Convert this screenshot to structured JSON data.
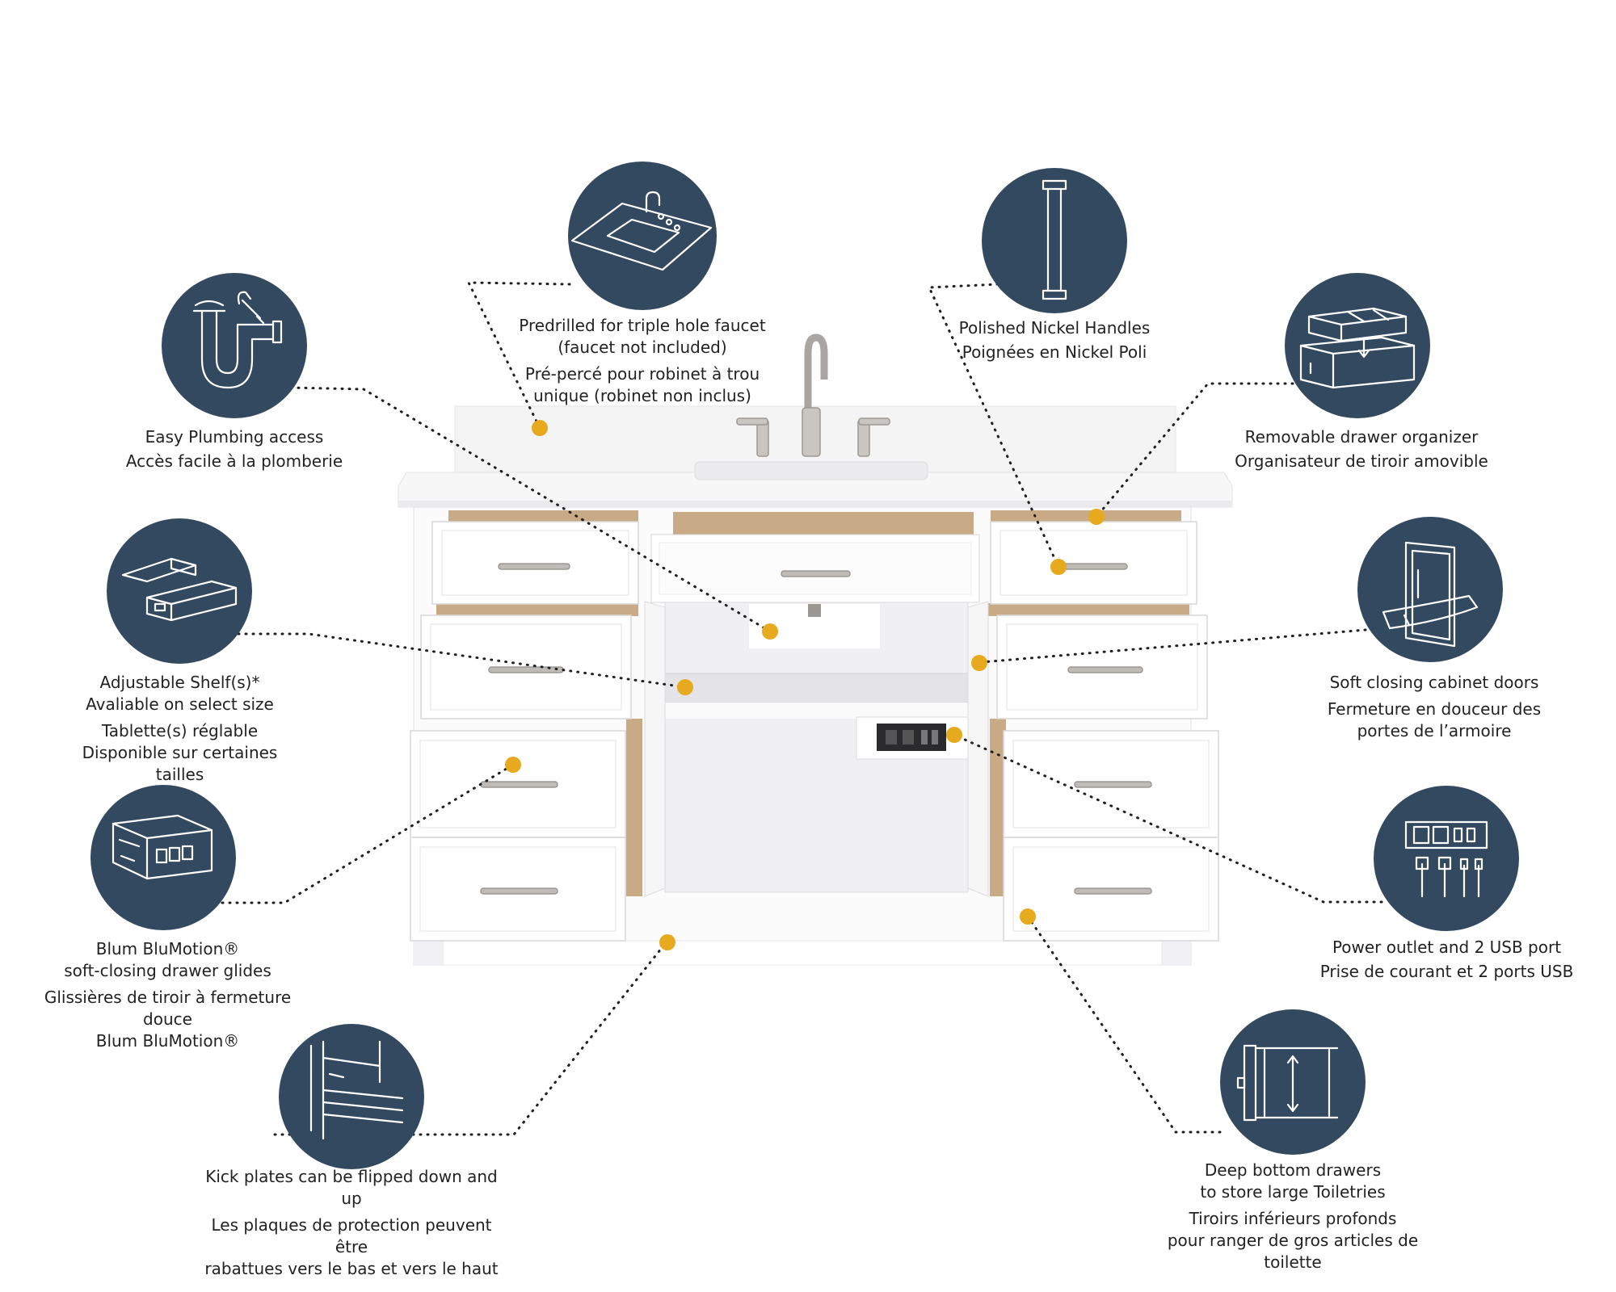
{
  "accent_color": "#e7a91e",
  "circle_color": "#33495f",
  "features": [
    {
      "id": "plumbing",
      "icon": "plumbing-pipe-wrench-icon",
      "en": "Easy Plumbing access",
      "fr": "Accès facile à la plomberie"
    },
    {
      "id": "faucet",
      "icon": "countertop-faucet-icon",
      "en": "Predrilled for triple hole faucet\n(faucet not included)",
      "fr": "Pré-percé pour robinet à trou\nunique (robinet non inclus)"
    },
    {
      "id": "handles",
      "icon": "bar-handle-icon",
      "en": "Polished Nickel Handles",
      "fr": "Poignées en Nickel Poli"
    },
    {
      "id": "organizer",
      "icon": "drawer-organizer-icon",
      "en": "Removable drawer organizer",
      "fr": "Organisateur de tiroir amovible"
    },
    {
      "id": "shelf",
      "icon": "adjustable-shelf-icon",
      "en": "Adjustable Shelf(s)*\nAvaliable on select size",
      "fr": "Tablette(s) réglable\nDisponible sur certaines tailles"
    },
    {
      "id": "doors",
      "icon": "soft-close-door-icon",
      "en": "Soft closing cabinet doors",
      "fr": "Fermeture en douceur des\nportes de l’armoire"
    },
    {
      "id": "glides",
      "icon": "drawer-glide-icon",
      "en": "Blum BluMotion®\nsoft-closing drawer glides",
      "fr": "Glissières de tiroir à fermeture douce\nBlum BluMotion®"
    },
    {
      "id": "power",
      "icon": "power-outlet-usb-icon",
      "en": "Power outlet and 2 USB port",
      "fr": "Prise de courant et 2 ports USB"
    },
    {
      "id": "kickplate",
      "icon": "kick-plate-icon",
      "en": "Kick plates can be flipped down and up",
      "fr": "Les plaques de protection peuvent être\nrabattues vers le bas et vers le haut"
    },
    {
      "id": "deep-drawers",
      "icon": "deep-drawer-icon",
      "en": "Deep bottom drawers\nto store large Toiletries",
      "fr": "Tiroirs inférieurs profonds\npour ranger de gros articles de toilette"
    }
  ]
}
